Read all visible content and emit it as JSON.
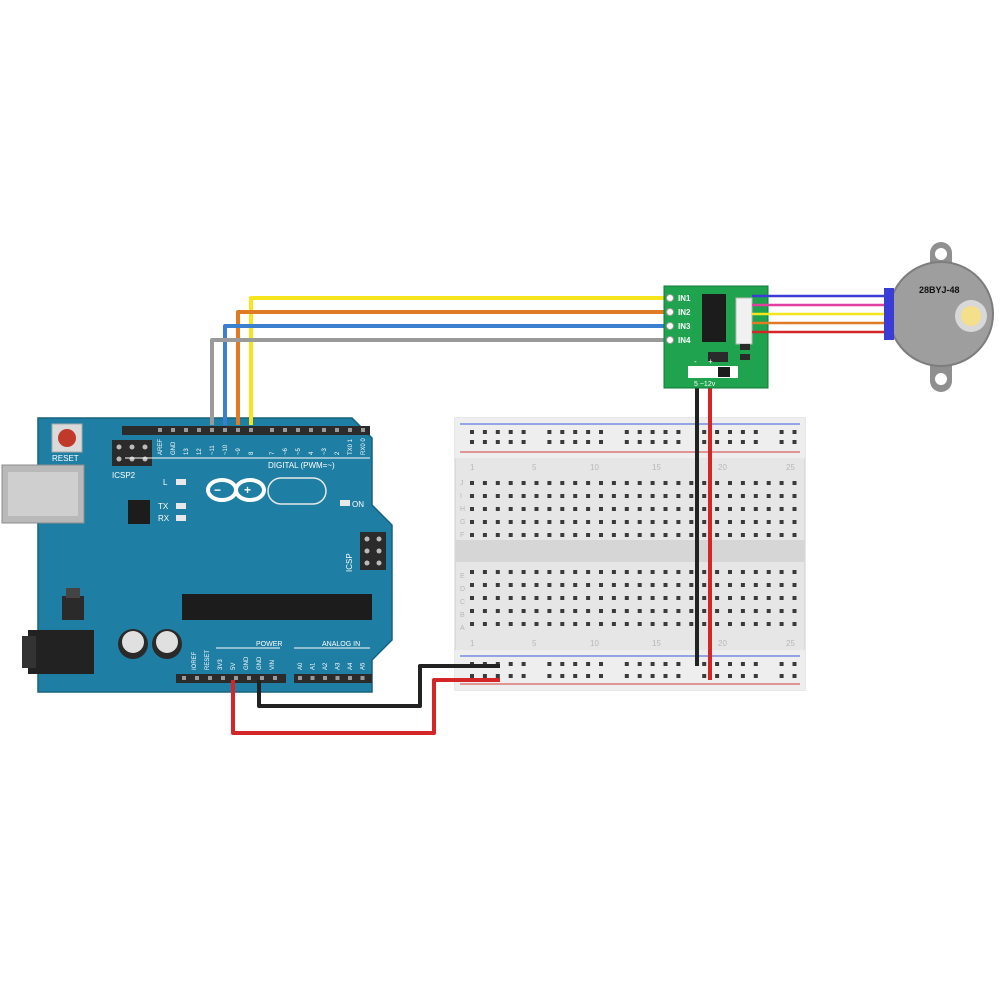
{
  "arduino": {
    "reset_label": "RESET",
    "icsp2_label": "ICSP2",
    "icsp_label": "ICSP",
    "digital_label": "DIGITAL (PWM=~)",
    "on_label": "ON",
    "led_labels": [
      "L",
      "TX",
      "RX"
    ],
    "digital_pins": [
      "AREF",
      "GND",
      "13",
      "12",
      "~11",
      "~10",
      "~9",
      "8",
      "7",
      "~6",
      "~5",
      "4",
      "~3",
      "2",
      "TX0 1",
      "RX0 0"
    ],
    "power_label": "POWER",
    "analog_label": "ANALOG IN",
    "power_pins": [
      "IOREF",
      "RESET",
      "3V3",
      "5V",
      "GND",
      "GND",
      "VIN"
    ],
    "analog_pins": [
      "A0",
      "A1",
      "A2",
      "A3",
      "A4",
      "A5"
    ]
  },
  "driver": {
    "inputs": [
      "IN1",
      "IN2",
      "IN3",
      "IN4"
    ],
    "voltage_label": "5 ~12v",
    "minus_label": "-",
    "plus_label": "+"
  },
  "motor": {
    "label": "28BYJ-48"
  },
  "breadboard": {
    "column_numbers": [
      "1",
      "5",
      "10",
      "15",
      "20",
      "25"
    ],
    "row_letters_top": [
      "J",
      "I",
      "H",
      "G",
      "F"
    ],
    "row_letters_bottom": [
      "E",
      "D",
      "C",
      "B",
      "A"
    ]
  },
  "wire_colors": {
    "yellow": "#f6e51c",
    "orange": "#e07b24",
    "blue": "#3a7fd0",
    "gray": "#9a9a9a",
    "red": "#d42626",
    "black": "#222222",
    "pink": "#e040a0",
    "purple": "#7a2fd0"
  },
  "colors": {
    "arduino_board": "#1f7ea3",
    "driver_board": "#1fa34e",
    "motor_body": "#9e9e9e"
  }
}
